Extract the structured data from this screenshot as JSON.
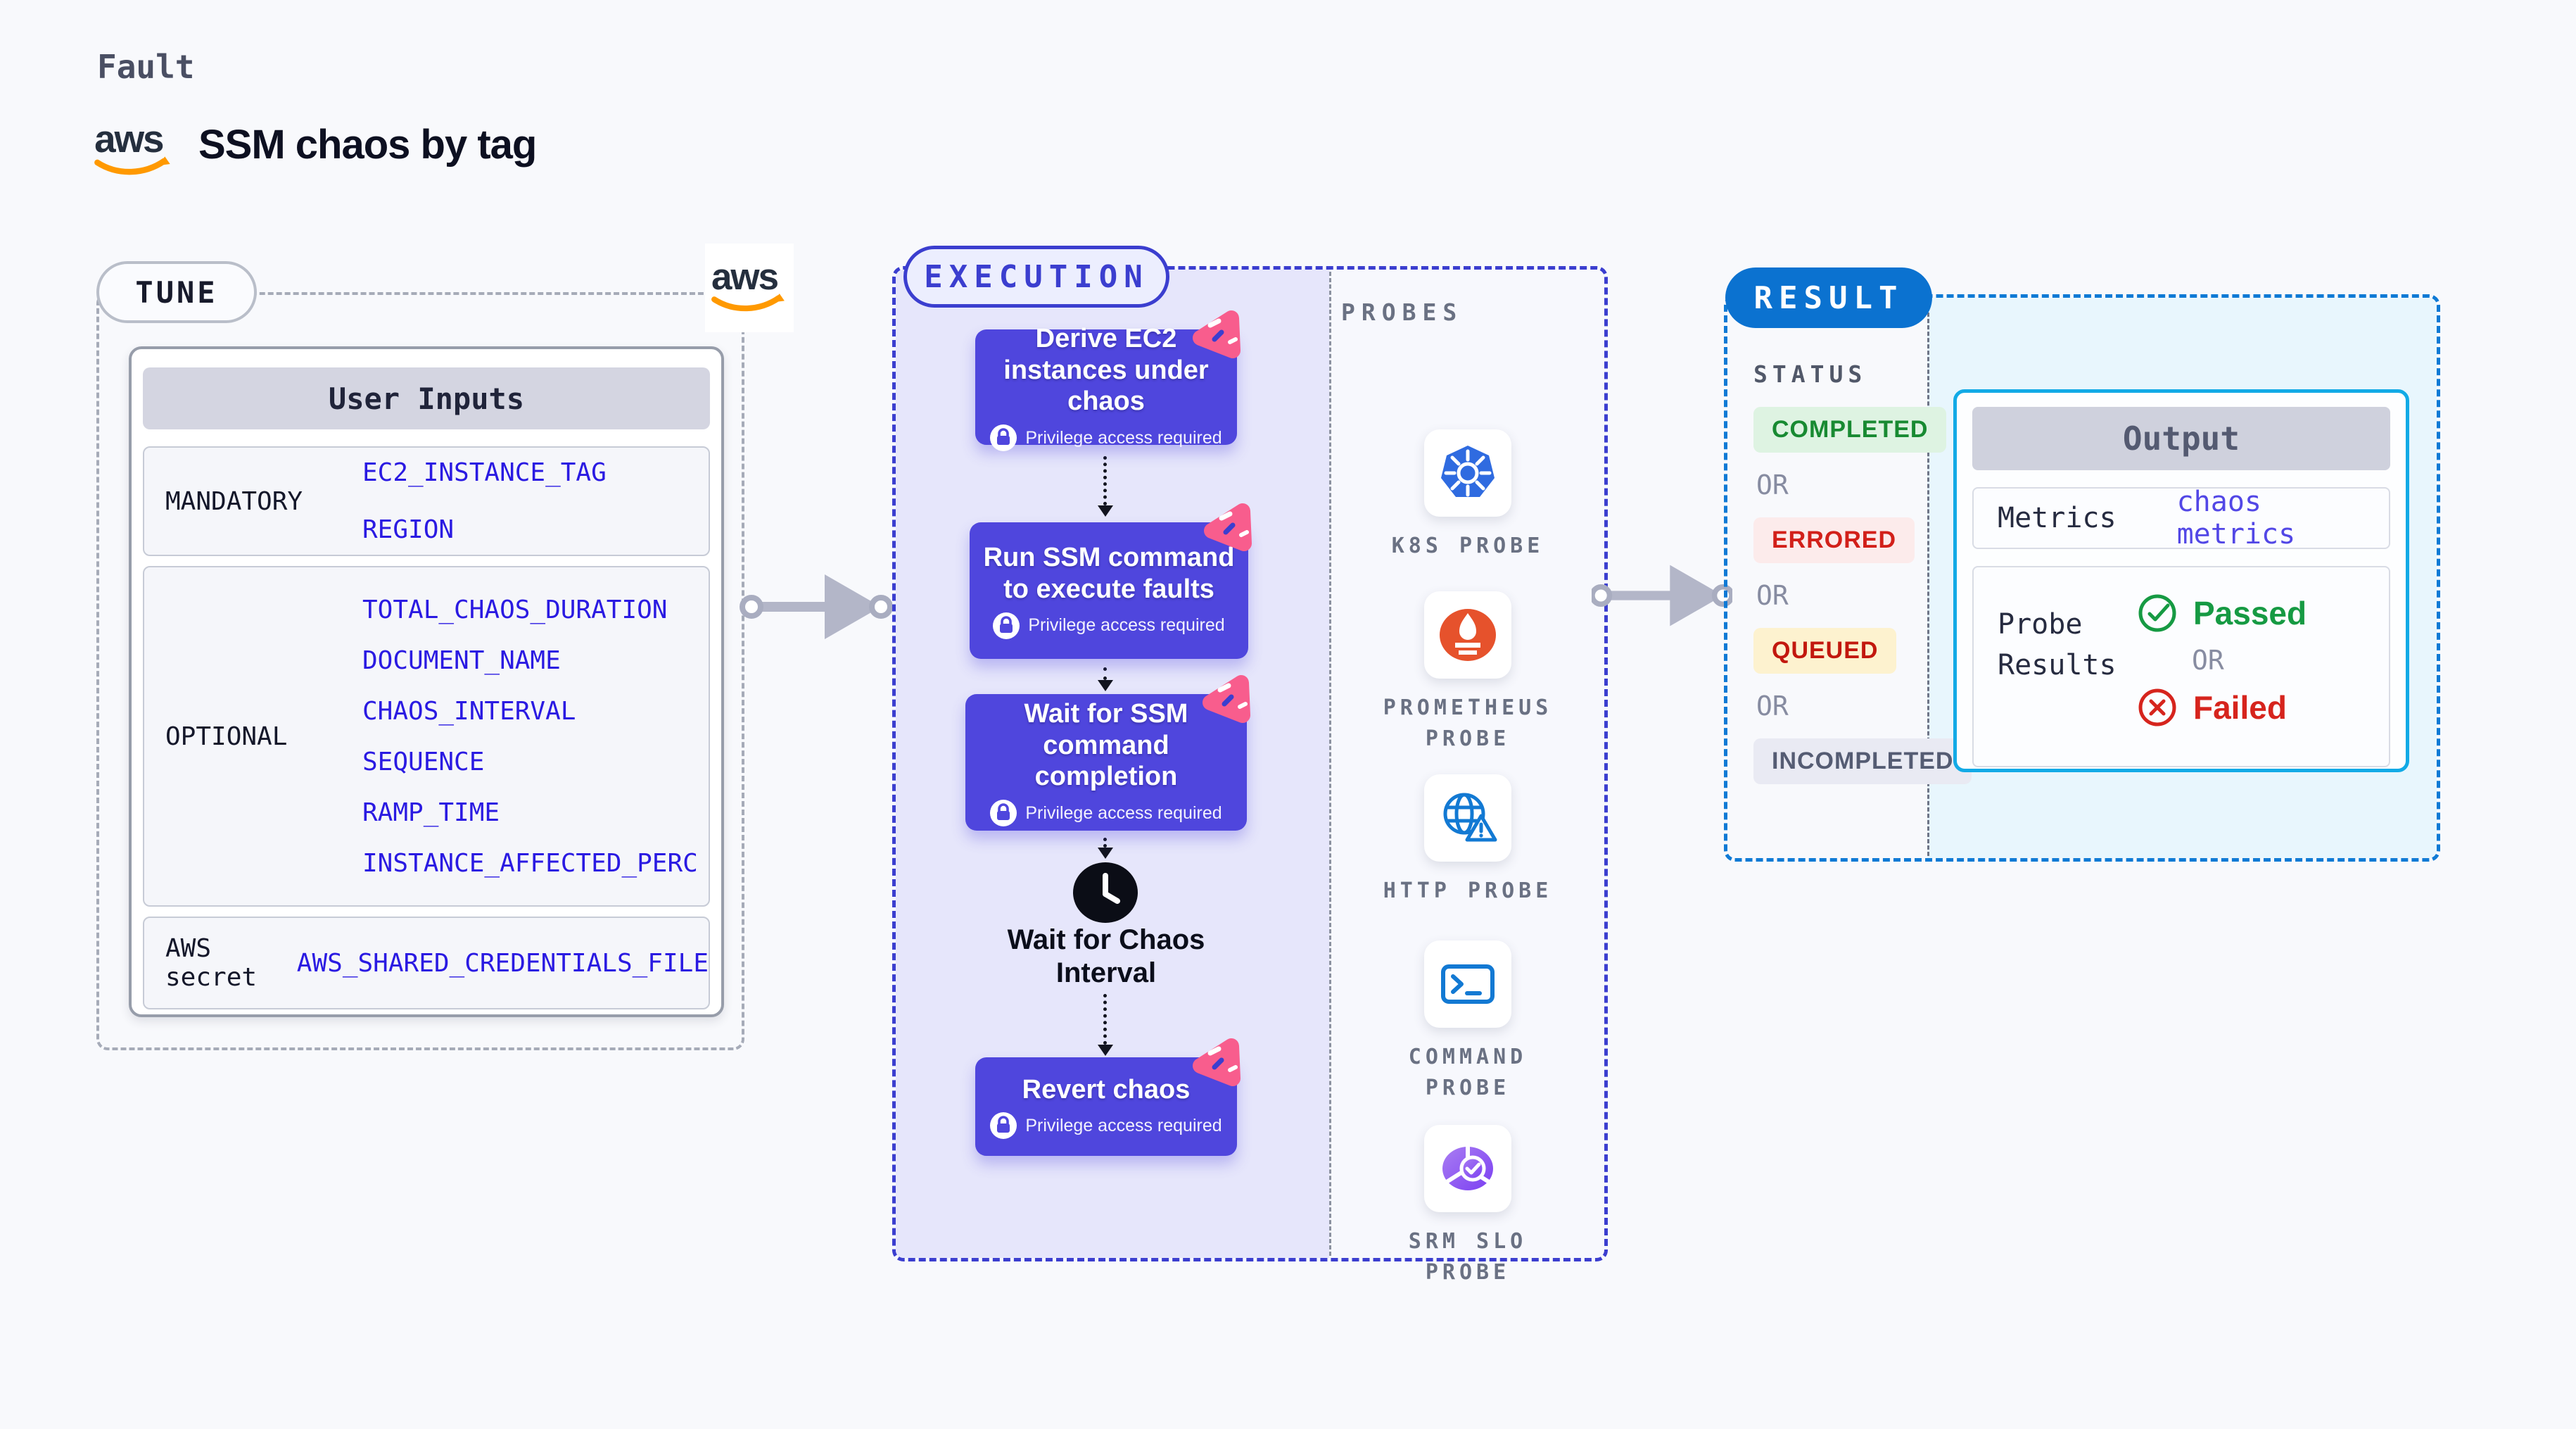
{
  "header": {
    "eyebrow": "Fault",
    "title": "SSM chaos by tag",
    "logo_text": "aws"
  },
  "tune": {
    "label": "TUNE",
    "table_title": "User Inputs",
    "rows": [
      {
        "label": "MANDATORY",
        "params": [
          "EC2_INSTANCE_TAG",
          "REGION"
        ]
      },
      {
        "label": "OPTIONAL",
        "params": [
          "TOTAL_CHAOS_DURATION",
          "DOCUMENT_NAME",
          "CHAOS_INTERVAL",
          "SEQUENCE",
          "RAMP_TIME",
          "INSTANCE_AFFECTED_PERC"
        ]
      },
      {
        "label": "AWS secret",
        "params": [
          "AWS_SHARED_CREDENTIALS_FILE"
        ]
      }
    ]
  },
  "execution": {
    "label": "EXECUTION",
    "privilege_note": "Privilege access required",
    "steps": [
      {
        "title": "Derive EC2 instances under chaos"
      },
      {
        "title": "Run SSM command to execute faults"
      },
      {
        "title": "Wait for SSM command completion"
      },
      {
        "title": "Revert chaos"
      }
    ],
    "wait_label": "Wait for Chaos Interval"
  },
  "probes": {
    "label": "PROBES",
    "items": [
      {
        "icon": "k8s-probe-icon",
        "label": "K8S PROBE"
      },
      {
        "icon": "prometheus-probe-icon",
        "label": "PROMETHEUS PROBE"
      },
      {
        "icon": "http-probe-icon",
        "label": "HTTP PROBE"
      },
      {
        "icon": "command-probe-icon",
        "label": "COMMAND PROBE"
      },
      {
        "icon": "srm-slo-probe-icon",
        "label": "SRM SLO PROBE"
      }
    ]
  },
  "result": {
    "label": "RESULT",
    "status_label": "STATUS",
    "or_label": "OR",
    "statuses": [
      {
        "label": "COMPLETED",
        "type": "completed"
      },
      {
        "label": "ERRORED",
        "type": "errored"
      },
      {
        "label": "QUEUED",
        "type": "queued"
      },
      {
        "label": "INCOMPLETED",
        "type": "incompleted"
      }
    ],
    "output": {
      "title": "Output",
      "metrics_label": "Metrics",
      "metrics_value": "chaos metrics",
      "probe_results_label": "Probe Results",
      "passed_label": "Passed",
      "failed_label": "Failed"
    }
  },
  "colors": {
    "indigo_accent": "#3b3ecf",
    "step_fill": "#4f46dd",
    "result_blue": "#0b72d0",
    "output_border": "#12aae6",
    "param_blue": "#2a1ae2",
    "metrics_blue": "#5247e6",
    "passed_green": "#169a43",
    "failed_red": "#d6241d",
    "queued_bg": "#fdf2cf",
    "pink_badge": "#f85d8d",
    "aws_orange": "#f90"
  }
}
